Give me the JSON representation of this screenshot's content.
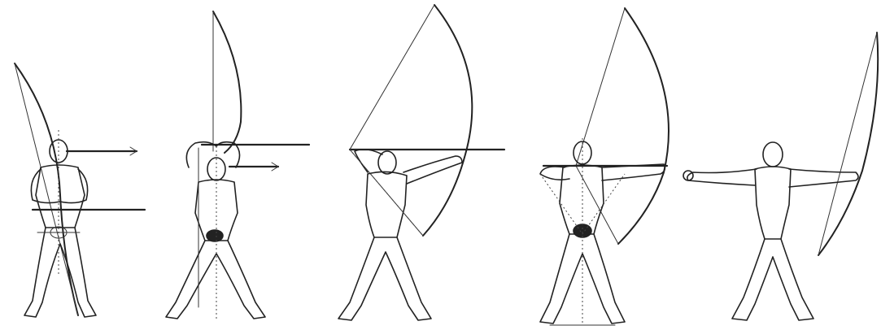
{
  "figure": {
    "background": "#ffffff",
    "line_color": "#222222",
    "stages": [
      {
        "id": 1,
        "pose": "nocking"
      },
      {
        "id": 2,
        "pose": "raising"
      },
      {
        "id": 3,
        "pose": "drawing"
      },
      {
        "id": 4,
        "pose": "full-draw"
      },
      {
        "id": 5,
        "pose": "release"
      }
    ]
  }
}
